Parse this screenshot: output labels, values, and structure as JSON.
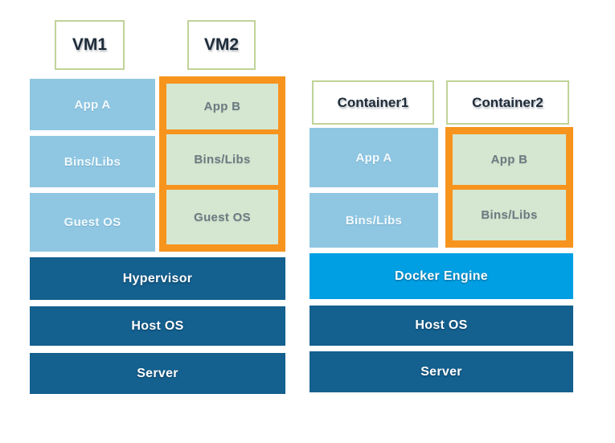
{
  "vm_stack": {
    "vm1": {
      "label": "VM1",
      "layers": [
        "App A",
        "Bins/Libs",
        "Guest OS"
      ]
    },
    "vm2": {
      "label": "VM2",
      "layers": [
        "App B",
        "Bins/Libs",
        "Guest OS"
      ]
    },
    "hypervisor": "Hypervisor",
    "host_os": "Host OS",
    "server": "Server"
  },
  "container_stack": {
    "container1": {
      "label": "Container1",
      "layers": [
        "App A",
        "Bins/Libs"
      ]
    },
    "container2": {
      "label": "Container2",
      "layers": [
        "App B",
        "Bins/Libs"
      ]
    },
    "docker_engine": "Docker Engine",
    "host_os": "Host OS",
    "server": "Server"
  },
  "colors": {
    "vm_cell_blue": "#8fc7e2",
    "highlight_cell_green": "#d5e7d0",
    "infra_dark_blue": "#14608f",
    "docker_engine_blue": "#009fe3",
    "highlight_frame_orange": "#f7941e",
    "label_border_green": "#c0d398",
    "label_text_dark": "#1e2b39",
    "green_cell_text_gray": "#6d7b82"
  }
}
